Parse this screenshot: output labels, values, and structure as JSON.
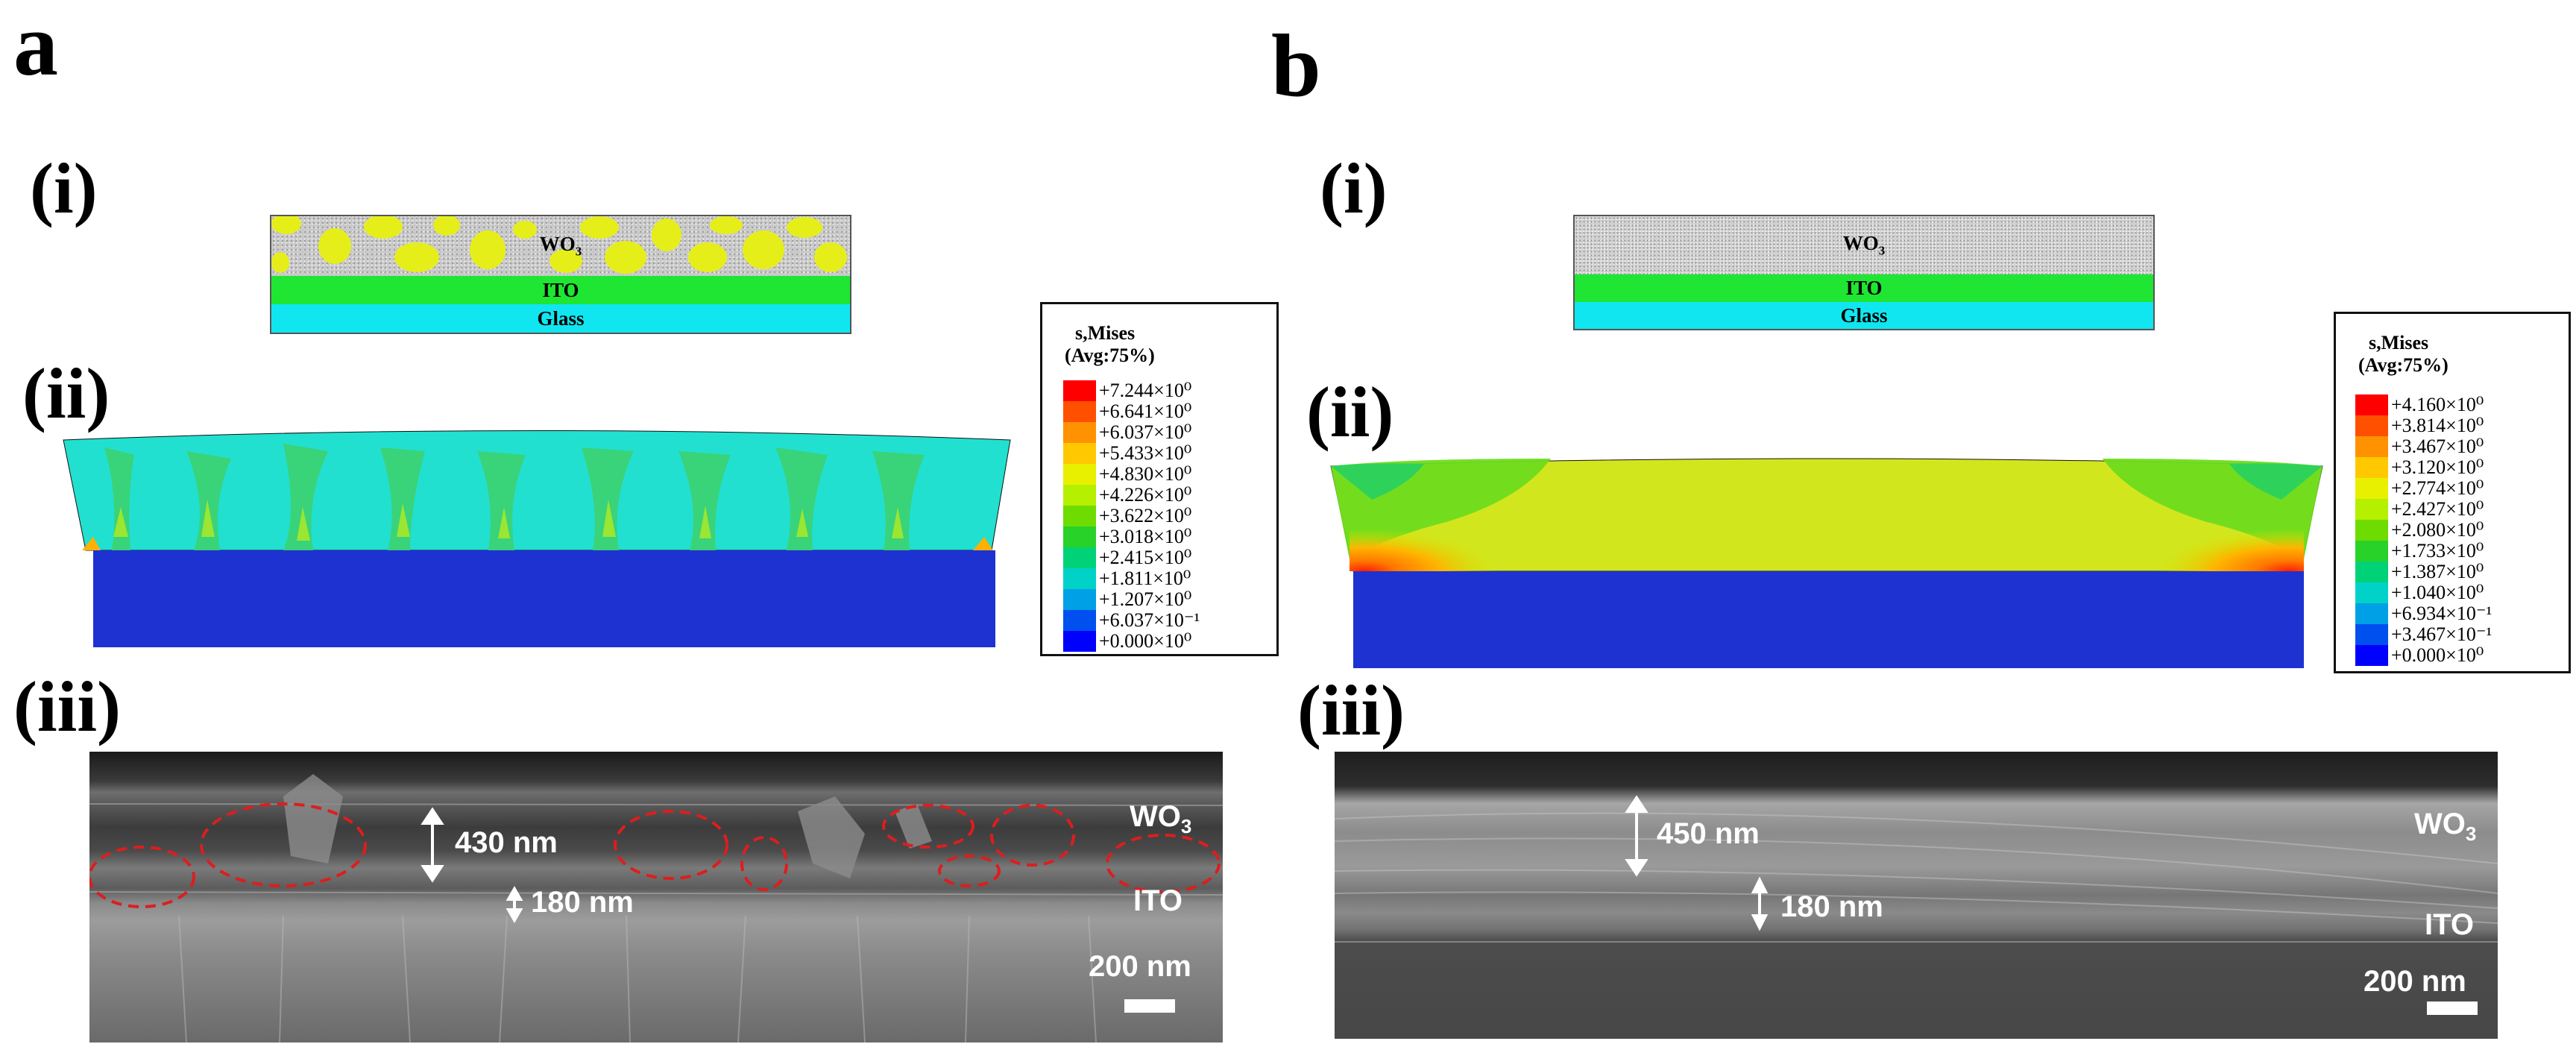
{
  "panels": [
    {
      "letter": "a",
      "sub_i": "(i)",
      "sub_ii": "(ii)",
      "sub_iii": "(iii)",
      "stack": {
        "wo3_main": "WO",
        "wo3_sub": "3",
        "ito": "ITO",
        "glass": "Glass"
      },
      "legend": {
        "title_line1": "s,Mises",
        "title_line2": "(Avg:75%)",
        "values": [
          "+7.244×10⁰",
          "+6.641×10⁰",
          "+6.037×10⁰",
          "+5.433×10⁰",
          "+4.830×10⁰",
          "+4.226×10⁰",
          "+3.622×10⁰",
          "+3.018×10⁰",
          "+2.415×10⁰",
          "+1.811×10⁰",
          "+1.207×10⁰",
          "+6.037×10⁻¹",
          "+0.000×10⁰"
        ]
      },
      "sem": {
        "thickness_wo3": "430 nm",
        "thickness_ito": "180 nm",
        "label_wo3_main": "WO",
        "label_wo3_sub": "3",
        "label_ito": "ITO",
        "scale": "200 nm"
      }
    },
    {
      "letter": "b",
      "sub_i": "(i)",
      "sub_ii": "(ii)",
      "sub_iii": "(iii)",
      "stack": {
        "wo3_main": "WO",
        "wo3_sub": "3",
        "ito": "ITO",
        "glass": "Glass"
      },
      "legend": {
        "title_line1": "s,Mises",
        "title_line2": "(Avg:75%)",
        "values": [
          "+4.160×10⁰",
          "+3.814×10⁰",
          "+3.467×10⁰",
          "+3.120×10⁰",
          "+2.774×10⁰",
          "+2.427×10⁰",
          "+2.080×10⁰",
          "+1.733×10⁰",
          "+1.387×10⁰",
          "+1.040×10⁰",
          "+6.934×10⁻¹",
          "+3.467×10⁻¹",
          "+0.000×10⁰"
        ]
      },
      "sem": {
        "thickness_wo3": "450 nm",
        "thickness_ito": "180 nm",
        "label_wo3_main": "WO",
        "label_wo3_sub": "3",
        "label_ito": "ITO",
        "scale": "200 nm"
      }
    }
  ],
  "colors": {
    "legend_scale": [
      "#ff0000",
      "#ff5000",
      "#ff9200",
      "#ffc800",
      "#e8f000",
      "#b4f000",
      "#6edc00",
      "#28d228",
      "#00d278",
      "#00d2c8",
      "#00a0e6",
      "#0050f0",
      "#0000ff"
    ],
    "ito_layer": "#1ee632",
    "glass_layer": "#10e6f0",
    "particles": "#e6ee1a",
    "substrate_block": "#1e32d2",
    "dashed_circles": "#dc1e1e"
  }
}
